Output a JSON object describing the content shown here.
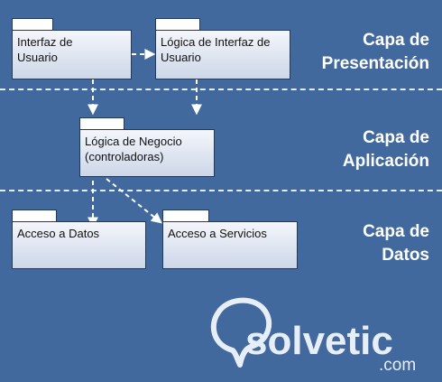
{
  "packages": {
    "ui": "Interfaz de Usuario",
    "ui_logic": "Lógica de Interfaz de Usuario",
    "business": "Lógica de Negocio (controladoras)",
    "data_access": "Acceso a Datos",
    "services": "Acceso a Servicios"
  },
  "layers": {
    "presentation_1": "Capa de",
    "presentation_2": "Presentación",
    "application_1": "Capa de",
    "application_2": "Aplicación",
    "data_1": "Capa de",
    "data_2": "Datos"
  },
  "watermark": {
    "brand": "solvetic",
    "suffix": ".com"
  },
  "colors": {
    "background": "#41699e",
    "box_fill": "#e6ecf5",
    "box_border": "#1f3a63",
    "arrow": "#ffffff"
  }
}
